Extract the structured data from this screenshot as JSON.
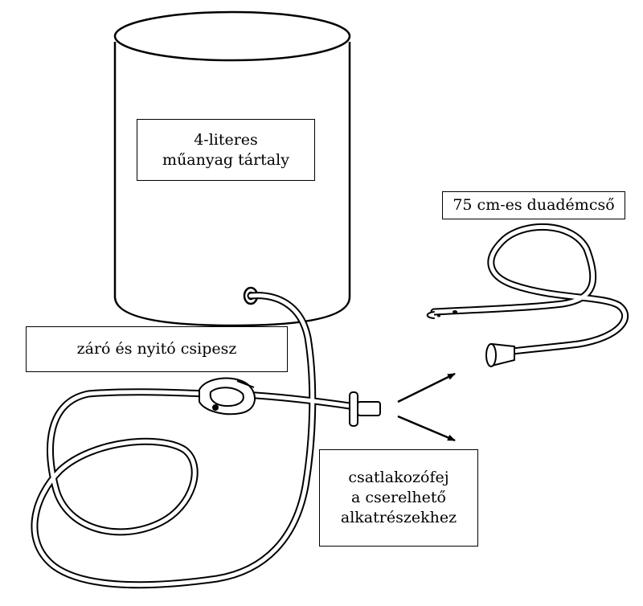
{
  "labels": {
    "container": {
      "line1": "4-literes",
      "line2": "műanyag tártaly"
    },
    "clamp": "záró és nyitó csipesz",
    "catheter": "75 cm-es duadémcső",
    "connector": {
      "line1": "csatlakozófej",
      "line2": "a cserelhető",
      "line3": "alkatrészekhez"
    }
  },
  "colors": {
    "stroke": "#000000",
    "background": "#ffffff"
  }
}
